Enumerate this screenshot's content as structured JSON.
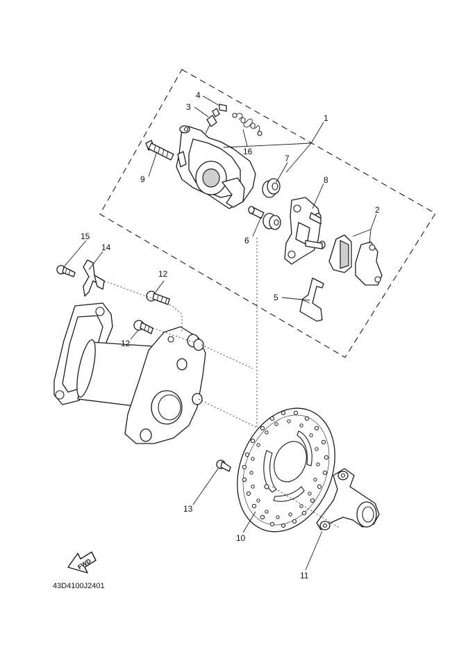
{
  "callouts": [
    "1",
    "2",
    "3",
    "4",
    "5",
    "6",
    "7",
    "8",
    "9",
    "10",
    "11",
    "12",
    "12",
    "13",
    "14",
    "15",
    "16"
  ],
  "fwd_label": "FWD",
  "diagram_code": "43D4100J2401"
}
